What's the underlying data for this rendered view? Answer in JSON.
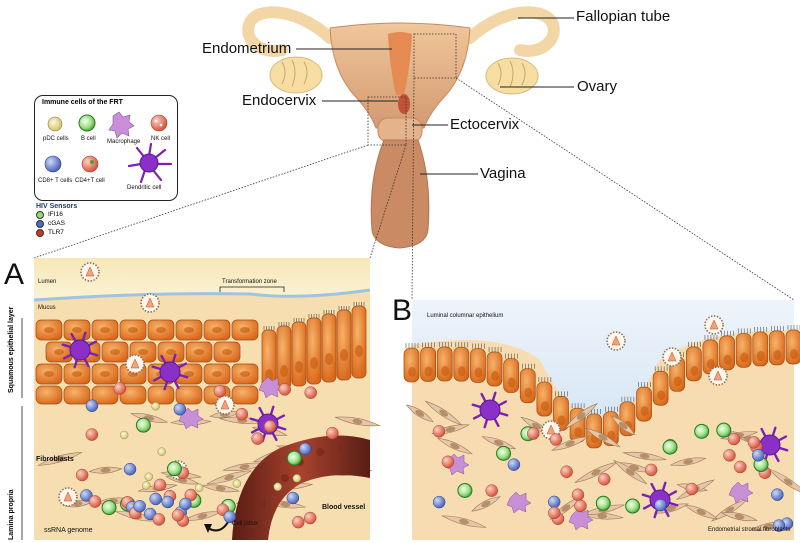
{
  "anatomy_labels": {
    "fallopian_tube": "Fallopian tube",
    "endometrium": "Endometrium",
    "ovary": "Ovary",
    "endocervix": "Endocervix",
    "ectocervix": "Ectocervix",
    "vagina": "Vagina"
  },
  "legend": {
    "title": "Immune cells of the FRT",
    "cells": [
      {
        "label": "pDC cells",
        "icon": "pdc-cell-icon",
        "color": "#e8dc9a"
      },
      {
        "label": "B cell",
        "icon": "b-cell-icon",
        "color": "#5fc94a"
      },
      {
        "label": "Macrophage",
        "icon": "macrophage-icon",
        "color": "#c98fd6"
      },
      {
        "label": "NK cell",
        "icon": "nk-cell-icon",
        "color": "#f2a28a"
      },
      {
        "label": "CD8+ T cells",
        "icon": "cd8-t-cell-icon",
        "color": "#6e86d0"
      },
      {
        "label": "CD4+T cell",
        "icon": "cd4-t-cell-icon",
        "color": "#e8604a"
      },
      {
        "label": "Dendritic cell",
        "icon": "dendritic-cell-icon",
        "color": "#8a2fc8"
      }
    ]
  },
  "sensors": {
    "title": "HIV Sensors",
    "items": [
      {
        "label": "IFI16",
        "color": "#8fe06a"
      },
      {
        "label": "cGAS",
        "color": "#4a6ad0"
      },
      {
        "label": "TLR7",
        "color": "#c0401e"
      }
    ]
  },
  "panel_a": {
    "letter": "A",
    "lumen": "Lumen",
    "transformation_zone": "Transformation zone",
    "mucus": "Mucus",
    "squamous_layer": "Squamous epithelial layer",
    "lamina_propria": "Lamina propria",
    "fibroblasts": "Fibroblasts",
    "blood_vessel": "Blood vessel",
    "cell_influx": "Cell influx",
    "ssrna": "ssRNA genome"
  },
  "panel_b": {
    "letter": "B",
    "luminal": "Luminal columnar epithelium",
    "stromal": "Endometrial stromal fibroblasts"
  }
}
